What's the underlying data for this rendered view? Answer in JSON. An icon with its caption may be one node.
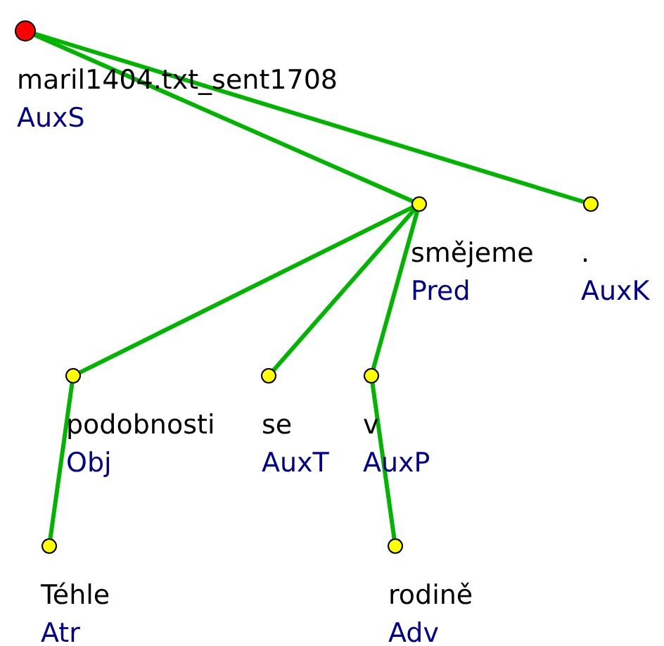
{
  "diagram": {
    "nodes": [
      {
        "text": [],
        "shape": "circle",
        "beside": [
          "maril1404.txt_sent1708",
          "AuxS"
        ]
      },
      {
        "text": [],
        "shape": "circle",
        "beside": [
          "smějeme",
          "Pred"
        ]
      },
      {
        "text": [],
        "shape": "circle",
        "beside": [
          ".",
          "AuxK"
        ]
      },
      {
        "text": [],
        "shape": "circle",
        "beside": [
          "podobnosti",
          "Obj"
        ]
      },
      {
        "text": [],
        "shape": "circle",
        "beside": [
          "se",
          "AuxT"
        ]
      },
      {
        "text": [],
        "shape": "circle",
        "beside": [
          "v",
          "AuxP"
        ]
      },
      {
        "text": [],
        "shape": "circle",
        "beside": [
          "Téhle",
          "Atr"
        ]
      },
      {
        "text": [],
        "shape": "circle",
        "beside": [
          "rodině",
          "Adv"
        ]
      }
    ],
    "edges": [
      {
        "from": 0,
        "to": 1,
        "arrow": "none"
      },
      {
        "from": 0,
        "to": 2,
        "arrow": "none"
      },
      {
        "from": 1,
        "to": 3,
        "arrow": "none"
      },
      {
        "from": 1,
        "to": 4,
        "arrow": "none"
      },
      {
        "from": 1,
        "to": 5,
        "arrow": "none"
      },
      {
        "from": 3,
        "to": 6,
        "arrow": "none"
      },
      {
        "from": 5,
        "to": 7,
        "arrow": "none"
      }
    ]
  }
}
